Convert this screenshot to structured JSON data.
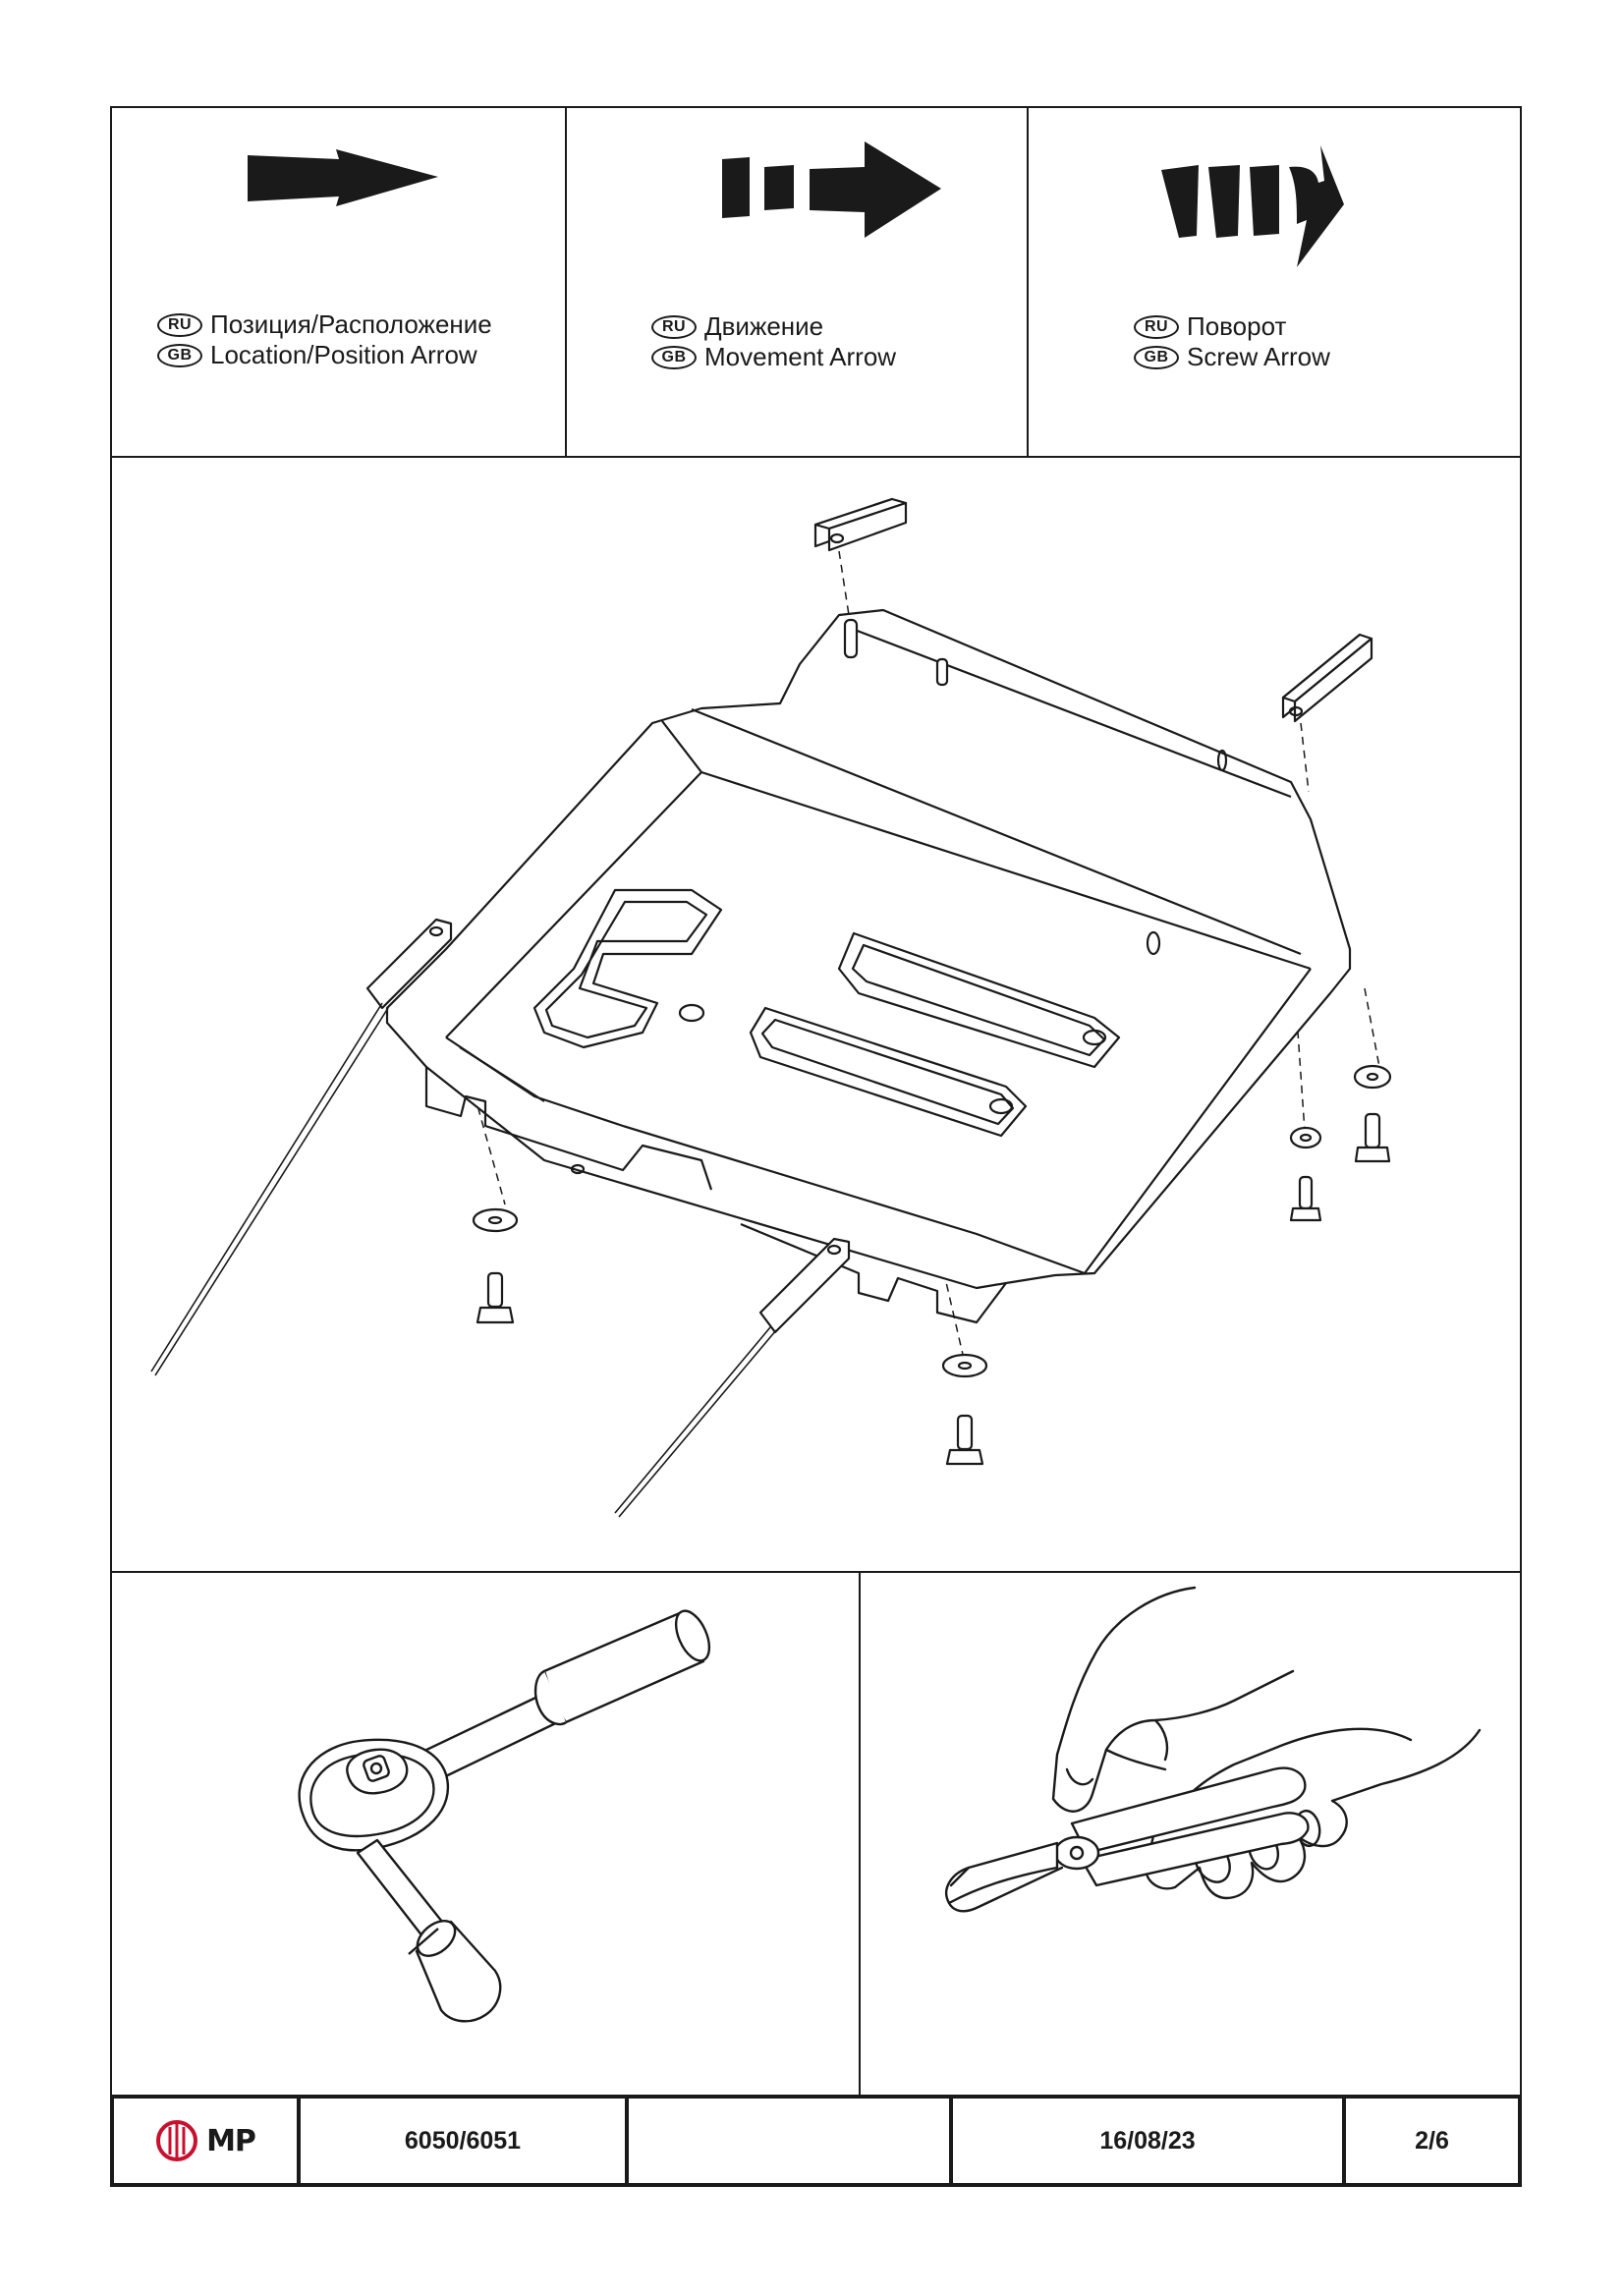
{
  "legend": [
    {
      "ru_badge": "RU",
      "gb_badge": "GB",
      "ru": "Позиция/Расположение",
      "gb": "Location/Position Arrow",
      "icon": "location-arrow"
    },
    {
      "ru_badge": "RU",
      "gb_badge": "GB",
      "ru": "Движение",
      "gb": "Movement Arrow",
      "icon": "movement-arrow"
    },
    {
      "ru_badge": "RU",
      "gb_badge": "GB",
      "ru": "Поворот",
      "gb": "Screw Arrow",
      "icon": "screw-arrow"
    }
  ],
  "illustrations": {
    "main": "skid-plate-exploded-diagram",
    "tool_left": "ratchet-wrench-icon",
    "tool_right": "wire-cutter-icon"
  },
  "footer": {
    "logo_text": "MP",
    "part_number": "6050/6051",
    "blank": "",
    "date": "16/08/23",
    "page": "2/6"
  },
  "colors": {
    "ink": "#1a1a1a",
    "logo_red": "#c8102e"
  }
}
